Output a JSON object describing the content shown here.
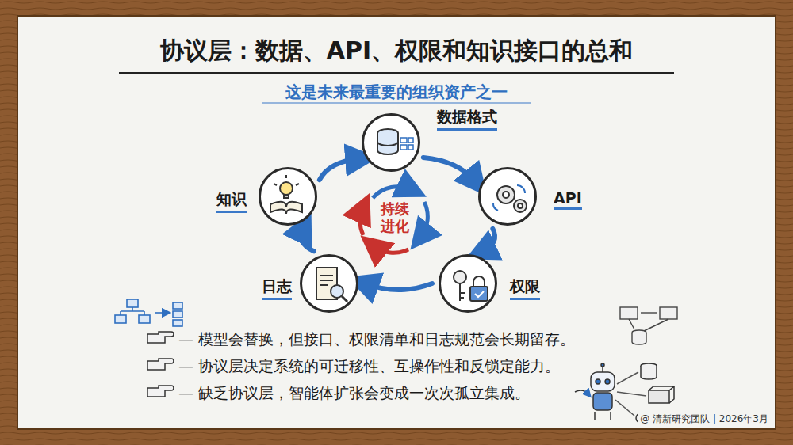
{
  "diagram": {
    "title": "协议层：数据、API、权限和知识接口的总和",
    "nodes": [
      {
        "text": [
          "数据格式"
        ]
      },
      {
        "text": [
          "API"
        ]
      },
      {
        "text": [
          "权限"
        ]
      },
      {
        "text": [
          "日志"
        ]
      },
      {
        "text": [
          "知识"
        ]
      }
    ],
    "edges": [
      {
        "from": 0,
        "to": 1,
        "arrow": "to"
      },
      {
        "from": 1,
        "to": 2,
        "arrow": "to"
      },
      {
        "from": 2,
        "to": 3,
        "arrow": "to"
      },
      {
        "from": 3,
        "to": 4,
        "arrow": "to"
      },
      {
        "from": 4,
        "to": 0,
        "arrow": "to"
      }
    ],
    "labels": [
      "这是未来最重要的组织资产之一",
      "持续 进化",
      "— 模型会替换，但接口、权限清单和日志规范会长期留存。",
      "— 协议层决定系统的可迁移性、互操作性和反锁定能力。",
      "— 缺乏协议层，智能体扩张会变成一次次孤立集成。",
      "@ 清新研究团队 | 2026年3月"
    ]
  }
}
